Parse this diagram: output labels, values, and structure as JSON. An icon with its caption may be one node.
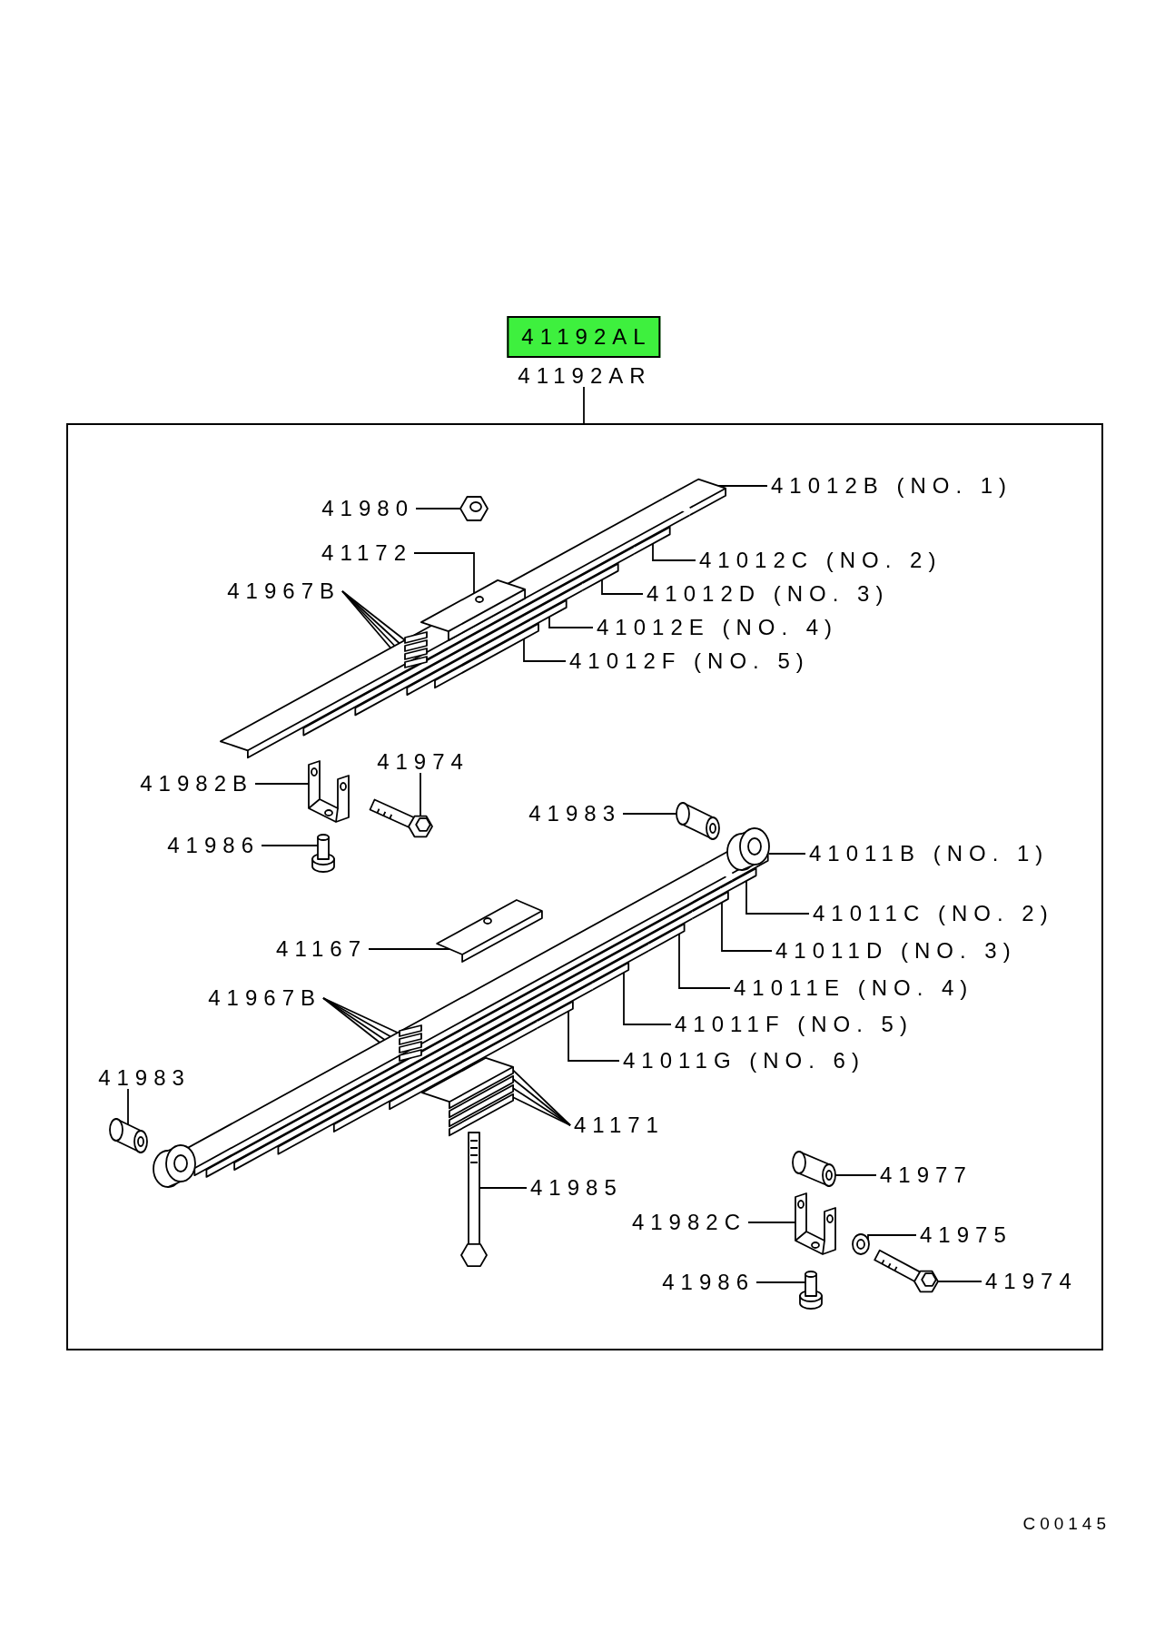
{
  "diagram": {
    "nodes": [
      {
        "text": [
          "41192AL"
        ]
      },
      {
        "text": [
          "41192AR"
        ]
      },
      {
        "text": [],
        "shape": "box"
      },
      {
        "text": [
          "41012B (NO. 1)"
        ],
        "in": 2
      },
      {
        "text": [],
        "shape": "picture",
        "in": 2
      },
      {
        "text": [
          "41980"
        ],
        "in": 2
      },
      {
        "text": [],
        "shape": "picture",
        "in": 2
      },
      {
        "text": [
          "41012C (NO. 2)"
        ],
        "in": 2
      },
      {
        "text": [],
        "shape": "picture",
        "in": 2
      },
      {
        "text": [
          "41172"
        ],
        "in": 2
      },
      {
        "text": [],
        "shape": "box",
        "in": 2
      },
      {
        "text": [
          "41967B"
        ],
        "in": 2
      },
      {
        "text": [],
        "shape": "bar",
        "in": 2
      },
      {
        "text": [],
        "shape": "bar",
        "in": 2
      },
      {
        "text": [],
        "shape": "bar",
        "in": 2
      },
      {
        "text": [],
        "shape": "bar",
        "in": 2
      },
      {
        "text": [
          "41012D (NO. 3)"
        ],
        "in": 2
      },
      {
        "text": [],
        "shape": "picture",
        "in": 2
      },
      {
        "text": [
          "41012E (NO. 4)"
        ],
        "in": 2
      },
      {
        "text": [],
        "shape": "picture",
        "in": 2
      },
      {
        "text": [
          "41012F (NO. 5)"
        ],
        "in": 2
      },
      {
        "text": [],
        "shape": "bar",
        "in": 2
      },
      {
        "text": [
          "41974"
        ],
        "in": 2
      },
      {
        "text": [],
        "shape": "picture",
        "in": 2
      },
      {
        "text": [
          "41982B"
        ],
        "in": 2
      },
      {
        "text": [],
        "shape": "picture",
        "in": 2
      },
      {
        "text": [
          "41983"
        ],
        "in": 2
      },
      {
        "text": [],
        "shape": "cylinder",
        "in": 2
      },
      {
        "text": [
          "41986"
        ],
        "in": 2
      },
      {
        "text": [],
        "shape": "picture",
        "in": 2
      },
      {
        "text": [
          "41011B (NO. 1)"
        ],
        "in": 2
      },
      {
        "text": [],
        "shape": "picture",
        "in": 2
      },
      {
        "text": [
          "41011C (NO. 2)"
        ],
        "in": 2
      },
      {
        "text": [],
        "shape": "picture",
        "in": 2
      },
      {
        "text": [
          "41011D (NO. 3)"
        ],
        "in": 2
      },
      {
        "text": [],
        "shape": "picture",
        "in": 2
      },
      {
        "text": [
          "41167"
        ],
        "in": 2
      },
      {
        "text": [],
        "shape": "box",
        "in": 2
      },
      {
        "text": [
          "41011E (NO. 4)"
        ],
        "in": 2
      },
      {
        "text": [],
        "shape": "picture",
        "in": 2
      },
      {
        "text": [
          "41967B"
        ],
        "in": 2
      },
      {
        "text": [],
        "shape": "bar",
        "in": 2
      },
      {
        "text": [],
        "shape": "bar",
        "in": 2
      },
      {
        "text": [],
        "shape": "bar",
        "in": 2
      },
      {
        "text": [],
        "shape": "bar",
        "in": 2
      },
      {
        "text": [
          "41011F (NO. 5)"
        ],
        "in": 2
      },
      {
        "text": [],
        "shape": "picture",
        "in": 2
      },
      {
        "text": [
          "41011G (NO. 6)"
        ],
        "in": 2
      },
      {
        "text": [],
        "shape": "picture",
        "in": 2
      },
      {
        "text": [
          "41983"
        ],
        "in": 2
      },
      {
        "text": [],
        "shape": "cylinder",
        "in": 2
      },
      {
        "text": [
          "41171"
        ],
        "in": 2
      },
      {
        "text": [],
        "shape": "bar",
        "in": 2
      },
      {
        "text": [],
        "shape": "bar",
        "in": 2
      },
      {
        "text": [],
        "shape": "bar",
        "in": 2
      },
      {
        "text": [],
        "shape": "bar",
        "in": 2
      },
      {
        "text": [
          "41977"
        ],
        "in": 2
      },
      {
        "text": [],
        "shape": "cylinder",
        "in": 2
      },
      {
        "text": [
          "41985"
        ],
        "in": 2
      },
      {
        "text": [],
        "shape": "picture",
        "in": 2
      },
      {
        "text": [
          "41982C"
        ],
        "in": 2
      },
      {
        "text": [],
        "shape": "picture",
        "in": 2
      },
      {
        "text": [
          "41975"
        ],
        "in": 2
      },
      {
        "text": [],
        "shape": "picture",
        "in": 2
      },
      {
        "text": [
          "41986"
        ],
        "in": 2
      },
      {
        "text": [],
        "shape": "picture",
        "in": 2
      },
      {
        "text": [
          "41974"
        ],
        "in": 2
      },
      {
        "text": [],
        "shape": "picture",
        "in": 2
      },
      {
        "text": [],
        "shape": "picture",
        "in": 2
      }
    ],
    "edges": [
      {
        "from": 1,
        "to": 2,
        "arrow": "none"
      },
      {
        "from": 3,
        "to": 4,
        "arrow": "none"
      },
      {
        "from": 5,
        "to": 6,
        "arrow": "none"
      },
      {
        "from": 7,
        "to": 8,
        "arrow": "none"
      },
      {
        "from": 9,
        "to": 10,
        "arrow": "none"
      },
      {
        "from": 11,
        "to": 12,
        "arrow": "none"
      },
      {
        "from": 11,
        "to": 13,
        "arrow": "none"
      },
      {
        "from": 11,
        "to": 14,
        "arrow": "none"
      },
      {
        "from": 11,
        "to": 15,
        "arrow": "none"
      },
      {
        "from": 16,
        "to": 17,
        "arrow": "none"
      },
      {
        "from": 18,
        "to": 19,
        "arrow": "none"
      },
      {
        "from": 20,
        "to": 21,
        "arrow": "none"
      },
      {
        "from": 22,
        "to": 23,
        "arrow": "none"
      },
      {
        "from": 24,
        "to": 25,
        "arrow": "none"
      },
      {
        "from": 26,
        "to": 27,
        "arrow": "none"
      },
      {
        "from": 28,
        "to": 29,
        "arrow": "none"
      },
      {
        "from": 30,
        "to": 31,
        "arrow": "none"
      },
      {
        "from": 32,
        "to": 33,
        "arrow": "none"
      },
      {
        "from": 34,
        "to": 35,
        "arrow": "none"
      },
      {
        "from": 36,
        "to": 37,
        "arrow": "none"
      },
      {
        "from": 38,
        "to": 39,
        "arrow": "none"
      },
      {
        "from": 40,
        "to": 41,
        "arrow": "none"
      },
      {
        "from": 40,
        "to": 42,
        "arrow": "none"
      },
      {
        "from": 40,
        "to": 43,
        "arrow": "none"
      },
      {
        "from": 40,
        "to": 44,
        "arrow": "none"
      },
      {
        "from": 45,
        "to": 46,
        "arrow": "none"
      },
      {
        "from": 47,
        "to": 48,
        "arrow": "none"
      },
      {
        "from": 49,
        "to": 50,
        "arrow": "none"
      },
      {
        "from": 51,
        "to": 52,
        "arrow": "none"
      },
      {
        "from": 51,
        "to": 53,
        "arrow": "none"
      },
      {
        "from": 51,
        "to": 54,
        "arrow": "none"
      },
      {
        "from": 51,
        "to": 55,
        "arrow": "none"
      },
      {
        "from": 56,
        "to": 57,
        "arrow": "none"
      },
      {
        "from": 58,
        "to": 59,
        "arrow": "none"
      },
      {
        "from": 60,
        "to": 61,
        "arrow": "none"
      },
      {
        "from": 62,
        "to": 63,
        "arrow": "none"
      },
      {
        "from": 64,
        "to": 65,
        "arrow": "none"
      },
      {
        "from": 66,
        "to": 67,
        "arrow": "none"
      }
    ],
    "labels": [
      "C00145"
    ]
  }
}
